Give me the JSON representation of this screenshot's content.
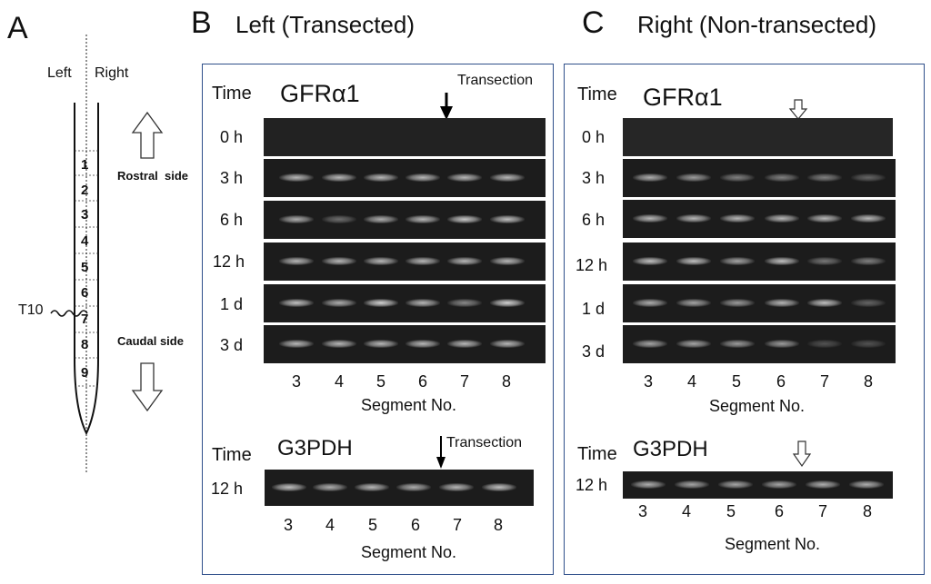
{
  "panel_a": {
    "letter": "A",
    "left_label": "Left",
    "right_label": "Right",
    "segments": [
      "1",
      "2",
      "3",
      "4",
      "5",
      "6",
      "7",
      "8",
      "9"
    ],
    "rostral_label": "Rostral  side",
    "caudal_label": "Caudal side",
    "t10_label": "T10"
  },
  "panel_b": {
    "letter": "B",
    "title": "Left (Transected)",
    "time_label": "Time",
    "gene_top": "GFRα1",
    "transection_label": "Transection",
    "times": [
      "0 h",
      "3 h",
      "6 h",
      "12 h",
      "1 d",
      "3 d"
    ],
    "segments": [
      "3",
      "4",
      "5",
      "6",
      "7",
      "8"
    ],
    "segment_axis": "Segment No.",
    "gene_bottom": "G3PDH",
    "time_label_bottom": "Time",
    "transection_label_bottom": "Transection",
    "bottom_time": "12 h",
    "segments_bottom": [
      "3",
      "4",
      "5",
      "6",
      "7",
      "8"
    ],
    "segment_axis_bottom": "Segment No."
  },
  "panel_c": {
    "letter": "C",
    "title": "Right (Non-transected)",
    "time_label": "Time",
    "gene_top": "GFRα1",
    "times": [
      "0 h",
      "3 h",
      "6 h",
      "12 h",
      "1 d",
      "3 d"
    ],
    "segments": [
      "3",
      "4",
      "5",
      "6",
      "7",
      "8"
    ],
    "segment_axis": "Segment No.",
    "gene_bottom": "G3PDH",
    "time_label_bottom": "Time",
    "bottom_time": "12 h",
    "segments_bottom": [
      "3",
      "4",
      "5",
      "6",
      "7",
      "8"
    ],
    "segment_axis_bottom": "Segment No."
  },
  "colors": {
    "box_border": "#2f4f8a",
    "gel": "#1c1c1c",
    "band": "#d8d8d8"
  }
}
